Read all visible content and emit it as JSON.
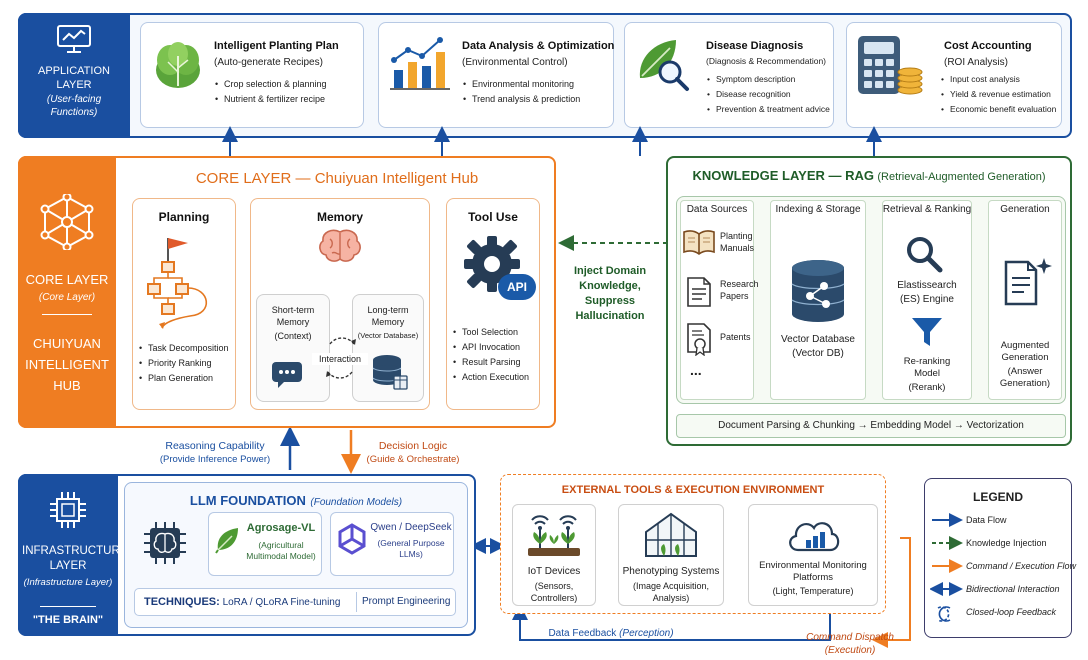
{
  "application": {
    "side_title": "APPLICATION LAYER",
    "side_sub": "(User-facing Functions)",
    "cards": [
      {
        "title": "Intelligent Planting Plan",
        "sub": "(Auto-generate Recipes)",
        "items": [
          "Crop selection & planning",
          "Nutrient & fertilizer recipe"
        ]
      },
      {
        "title": "Data Analysis & Optimization",
        "sub": "(Environmental Control)",
        "items": [
          "Environmental monitoring",
          "Trend analysis & prediction"
        ]
      },
      {
        "title": "Disease Diagnosis",
        "sub": "(Diagnosis & Recommendation)",
        "items": [
          "Symptom description",
          "Disease recognition",
          "Prevention & treatment advice"
        ]
      },
      {
        "title": "Cost Accounting",
        "sub": "(ROI Analysis)",
        "items": [
          "Input cost analysis",
          "Yield & revenue estimation",
          "Economic benefit evaluation"
        ]
      }
    ]
  },
  "core": {
    "side_title": "CORE LAYER",
    "side_sub": "(Core Layer)",
    "side_name": "CHUIYUAN INTELLIGENT HUB",
    "header_main": "CORE LAYER — Chuiyuan Intelligent Hub",
    "planning": {
      "title": "Planning",
      "items": [
        "Task Decomposition",
        "Priority Ranking",
        "Plan Generation"
      ]
    },
    "memory": {
      "title": "Memory",
      "short": "Short-term Memory",
      "short_sub": "(Context)",
      "long": "Long-term Memory",
      "long_sub": "(Vector Database)",
      "interaction": "Interaction"
    },
    "tool": {
      "title": "Tool Use",
      "api": "API",
      "items": [
        "Tool Selection",
        "API Invocation",
        "Result Parsing",
        "Action Execution"
      ]
    }
  },
  "inject": {
    "line1": "Inject Domain",
    "line2": "Knowledge,",
    "line3": "Suppress",
    "line4": "Hallucination"
  },
  "knowledge": {
    "header_main": "KNOWLEDGE LAYER — RAG",
    "header_sub": "(Retrieval-Augmented Generation)",
    "stages": [
      "Data Sources",
      "Indexing & Storage",
      "Retrieval & Ranking",
      "Generation"
    ],
    "sources": [
      "Planting Manuals",
      "Research Papers",
      "Patents",
      "..."
    ],
    "vector_db": "Vector Database",
    "vector_db_sub": "(Vector DB)",
    "es": "Elastissearch",
    "es_sub": "(ES) Engine",
    "rerank": "Re-ranking Model",
    "rerank_sub": "(Rerank)",
    "gen": "Augmented Generation",
    "gen_sub": "(Answer Generation)",
    "pipeline": "Document Parsing & Chunking → Embedding Model → Vectorization"
  },
  "middle": {
    "reasoning": "Reasoning Capability",
    "reasoning_sub": "(Provide Inference Power)",
    "decision": "Decision Logic",
    "decision_sub": "(Guide & Orchestrate)"
  },
  "infra": {
    "side_title": "INFRASTRUCTURE LAYER",
    "side_sub": "(Infrastructure Layer)",
    "side_name": "\"THE BRAIN\"",
    "llm_title": "LLM FOUNDATION",
    "llm_sub": "(Foundation Models)",
    "agrosage": "Agrosage-VL",
    "agrosage_sub": "(Agricultural Multimodal Model)",
    "qwen": "Qwen / DeepSeek",
    "qwen_sub": "(General Purpose LLMs)",
    "techniques_label": "TECHNIQUES:",
    "tech1": "LoRA / QLoRA Fine-tuning",
    "tech2": "Prompt Engineering"
  },
  "external": {
    "title": "EXTERNAL TOOLS & EXECUTION ENVIRONMENT",
    "iot": "IoT Devices",
    "iot_sub": "(Sensors, Controllers)",
    "pheno": "Phenotyping Systems",
    "pheno_sub": "(Image Acquisition, Analysis)",
    "env": "Environmental Monitoring Platforms",
    "env_sub": "(Light, Temperature)",
    "feedback": "Data Feedback",
    "feedback_sub": "(Perception)",
    "dispatch": "Command Dispatch",
    "dispatch_sub": "(Execution)"
  },
  "legend": {
    "title": "LEGEND",
    "items": [
      "Data Flow",
      "Knowledge Injection",
      "Command / Execution Flow",
      "Bidirectional Interaction",
      "Closed-loop Feedback"
    ]
  },
  "colors": {
    "blue": "#1a4fa0",
    "orange": "#ef7d22",
    "green": "#2e6b35"
  }
}
